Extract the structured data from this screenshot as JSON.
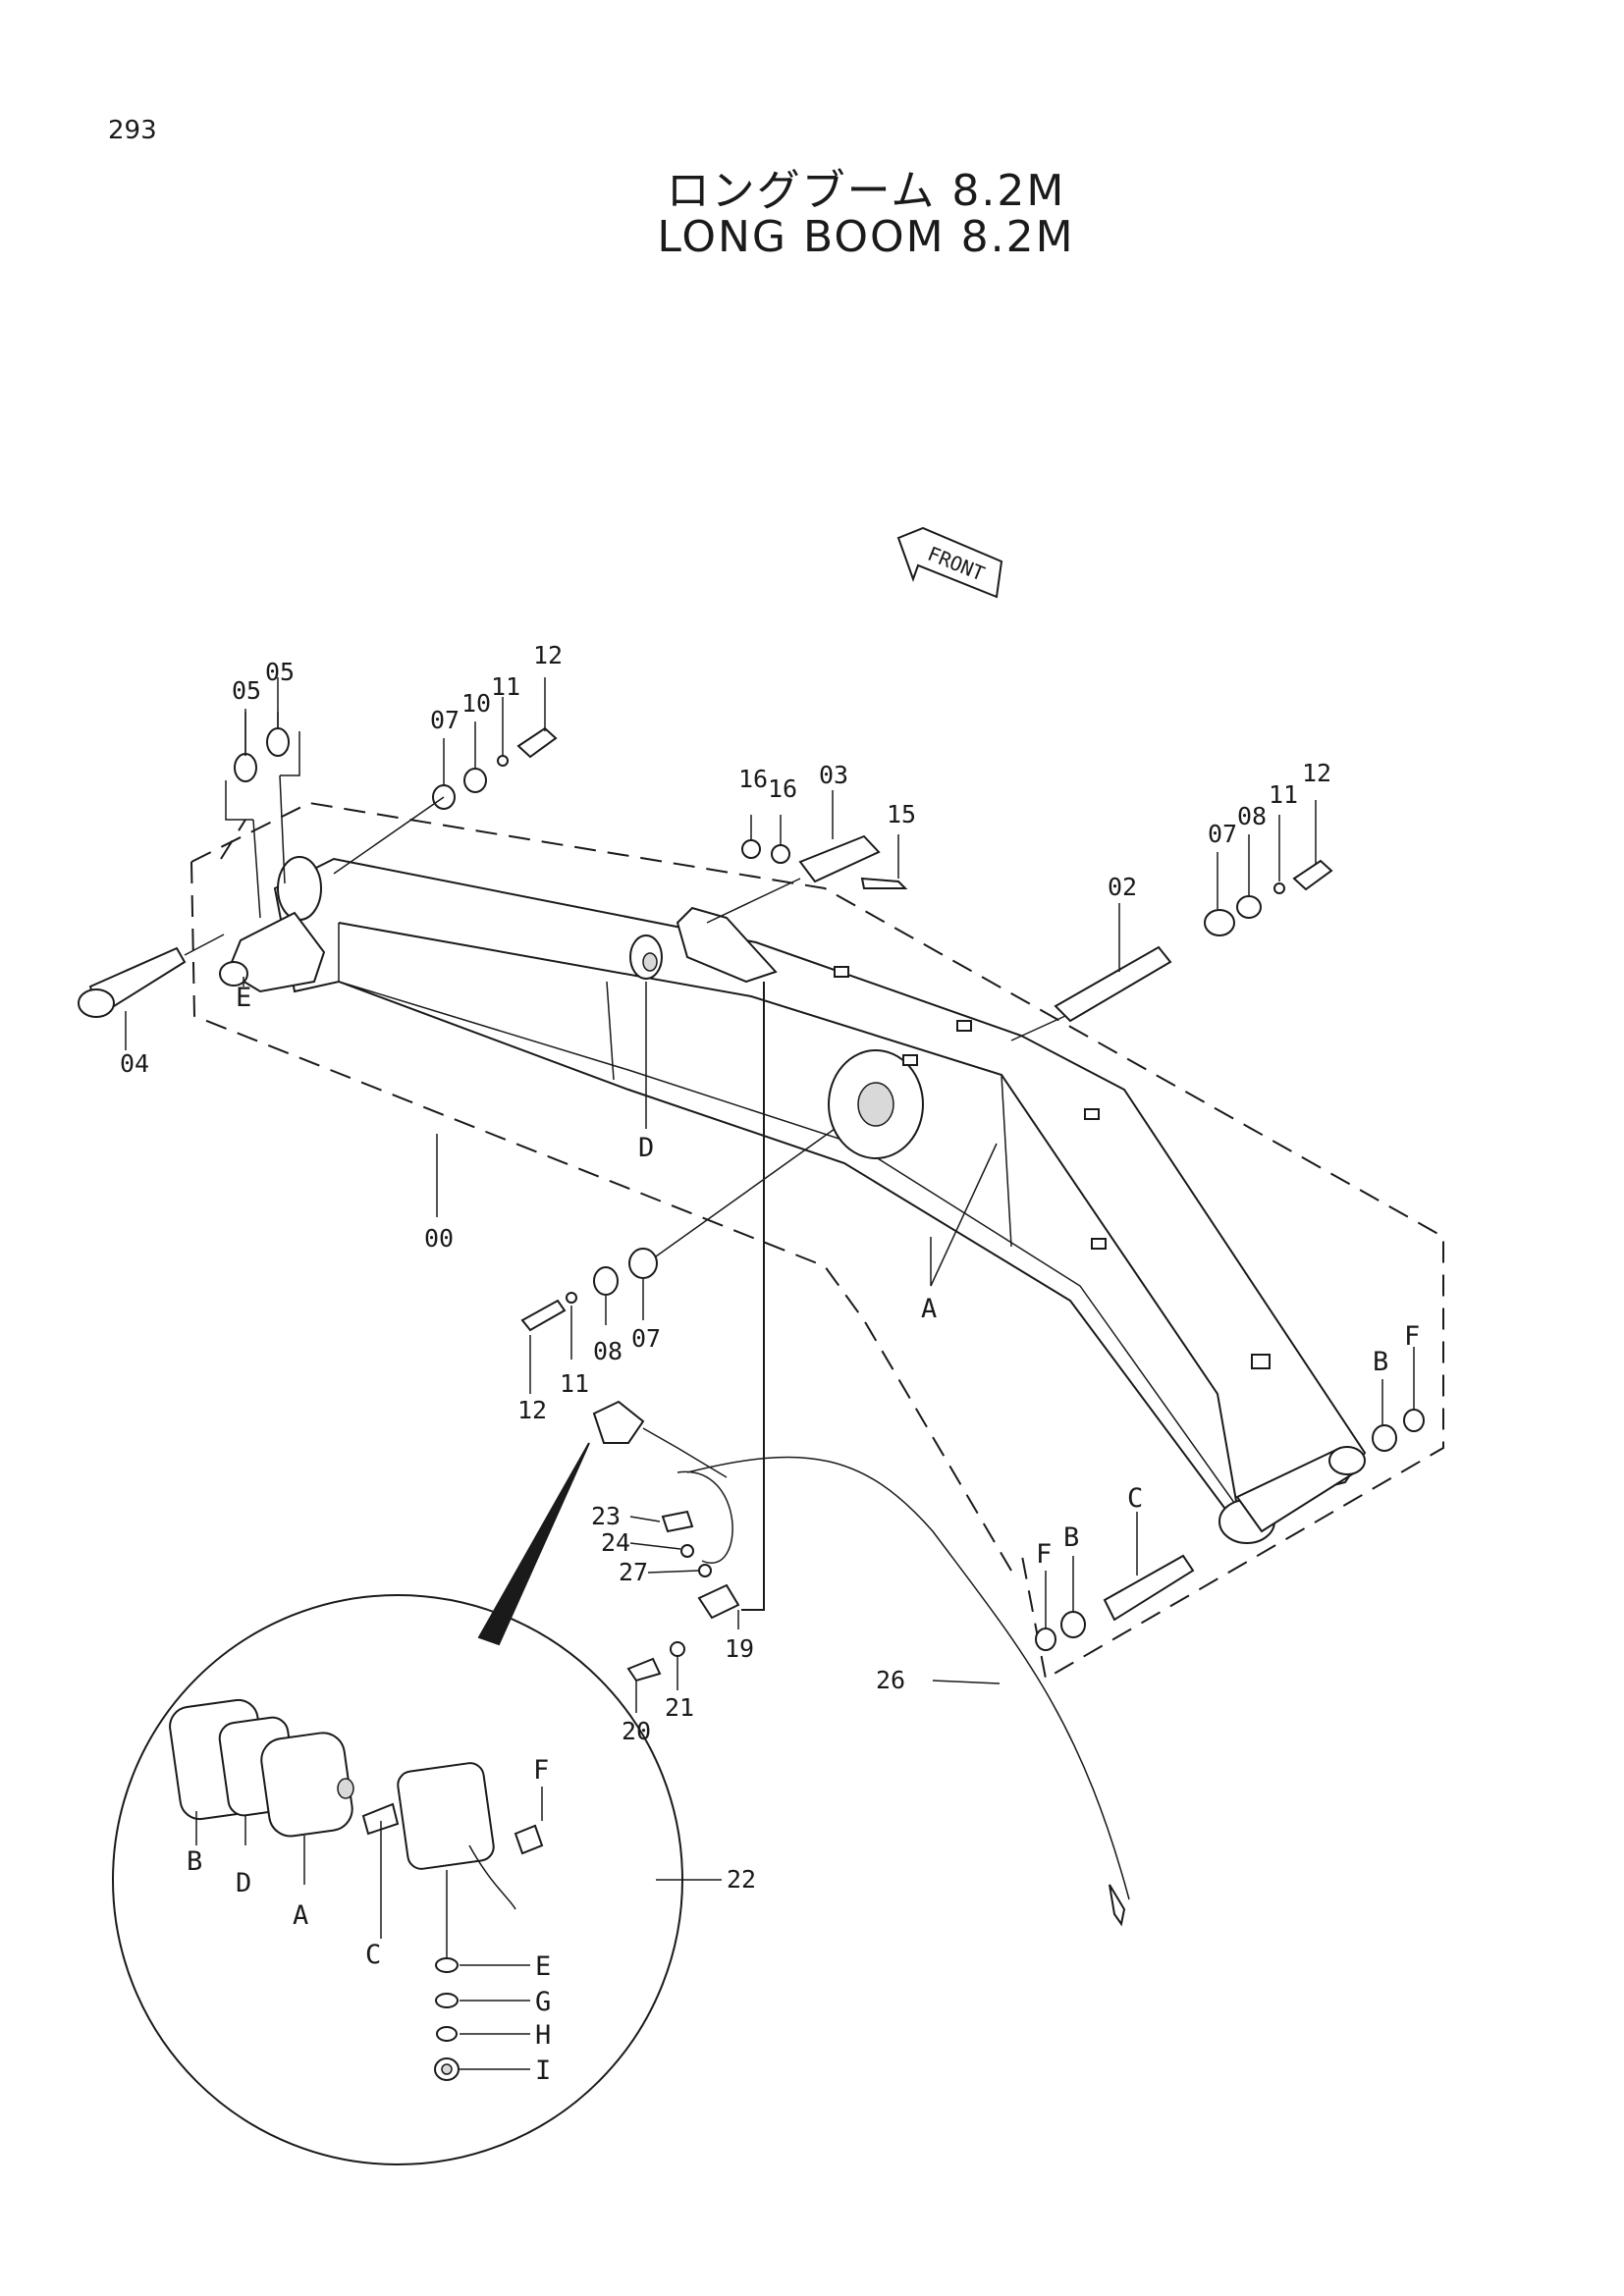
{
  "page": {
    "number": "293"
  },
  "title": {
    "japanese": "ロングブーム 8.2M",
    "english": "LONG BOOM 8.2M"
  },
  "front_label": "FRONT",
  "callouts": {
    "c05a": "05",
    "c05b": "05",
    "c07a": "07",
    "c10": "10",
    "c11a": "11",
    "c12a": "12",
    "c04": "04",
    "cEa": "E",
    "c00": "00",
    "cDa": "D",
    "c16a": "16",
    "c16b": "16",
    "c03": "03",
    "c15": "15",
    "c07b": "07",
    "c08a": "08",
    "c11b": "11",
    "c12b": "12",
    "c02": "02",
    "cAa": "A",
    "c12c": "12",
    "c11c": "11",
    "c08b": "08",
    "c07c": "07",
    "cBa": "B",
    "cFa": "F",
    "cC": "C",
    "cFb": "F",
    "cBb": "B",
    "c23": "23",
    "c24": "24",
    "c27": "27",
    "c19": "19",
    "c20": "20",
    "c21": "21",
    "c26": "26",
    "c22": "22"
  },
  "lamp_detail": {
    "B": "B",
    "D": "D",
    "A": "A",
    "C": "C",
    "F": "F",
    "E": "E",
    "G": "G",
    "H": "H",
    "I": "I"
  }
}
